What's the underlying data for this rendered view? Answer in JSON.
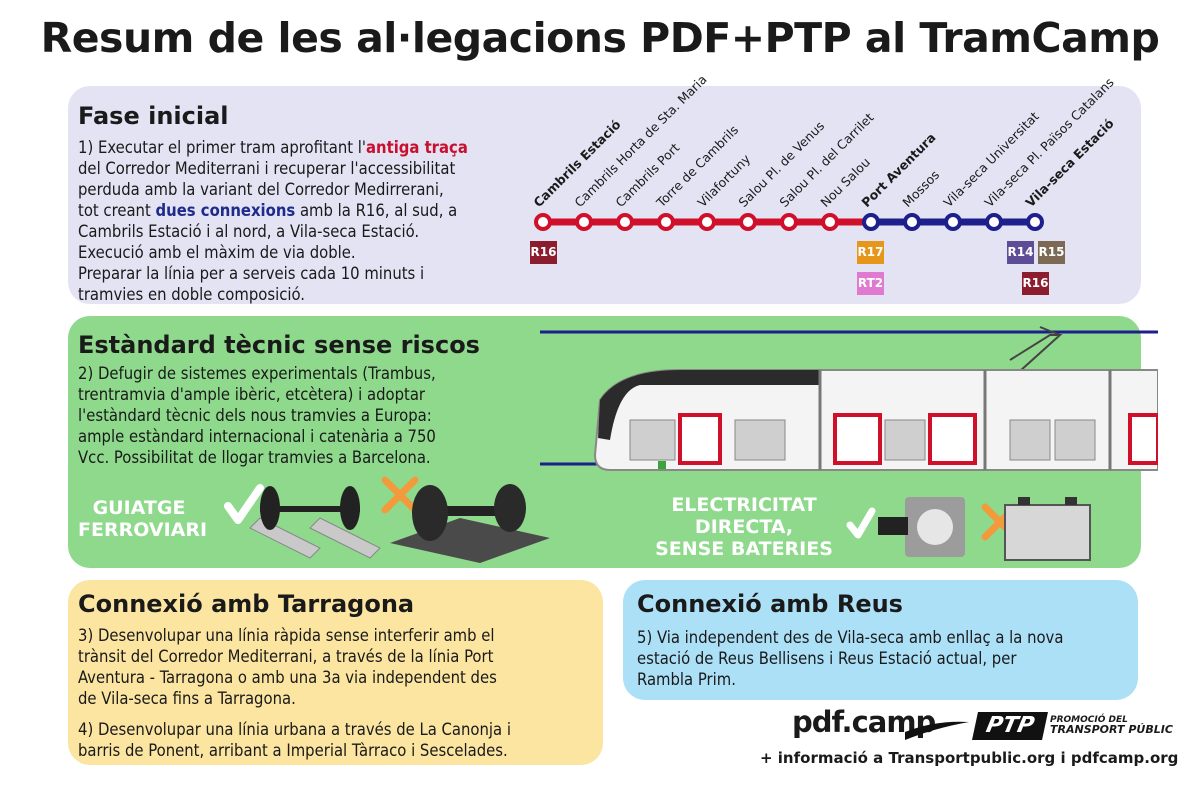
{
  "title": "Resum de les al·legacions PDF+PTP al TramCamp",
  "fase": {
    "heading": "Fase inicial",
    "t1a": "1) Executar el primer tram aprofitant l'",
    "t1b": "antiga traça",
    "t2": "del Corredor Mediterrani i recuperar l'accessibilitat",
    "t3": "perduda amb la variant del Corredor Medirrerani,",
    "t4a": "tot creant ",
    "t4b": "dues connexions",
    "t4c": " amb la R16, al sud, a",
    "t5": "Cambrils Estació i al nord, a Vila-seca Estació.",
    "t6": "Execució amb el màxim de via doble.",
    "t7": "Preparar la línia per a serveis cada 10 minuts i",
    "t8": "tramvies en doble composició.",
    "stations": [
      "Cambrils Estació",
      "Cambrils Horta de Sta. Maria",
      "Cambrils Port",
      "Torre de Cambrils",
      "Vilafortuny",
      "Salou Pl. de Venus",
      "Salou Pl. del Carrilet",
      "Nou Salou",
      "Port Aventura",
      "Mossos",
      "Vila-seca Universitat",
      "Vila-seca Pl. Països Catalans",
      "Vila-seca Estació"
    ],
    "badges": {
      "r16_left": "R16",
      "r17": "R17",
      "rt2": "RT2",
      "r14": "R14",
      "r15": "R15",
      "r16_right": "R16"
    }
  },
  "standard": {
    "heading": "Estàndard tècnic sense riscos",
    "l1": "2) Defugir de sistemes experimentals (Trambus,",
    "l2": "trentramvia d'ample ibèric, etcètera) i adoptar",
    "l3": "l'estàndard tècnic dels nous tramvies a Europa:",
    "l4": "ample estàndard internacional i catenària a 750",
    "l5": "Vcc. Possibilitat de llogar tramvies a Barcelona.",
    "guiatge1": "GUIATGE",
    "guiatge2": "FERROVIARI",
    "elec1": "ELECTRICITAT",
    "elec2": "DIRECTA,",
    "elec3": "SENSE BATERIES"
  },
  "tarragona": {
    "heading": "Connexió amb Tarragona",
    "a1": "3) Desenvolupar una línia ràpida sense interferir amb el",
    "a2": "trànsit del Corredor Mediterrani, a través de la línia Port",
    "a3": "Aventura - Tarragona o amb una 3a via independent des",
    "a4": "de Vila-seca fins a Tarragona.",
    "b1": "4) Desenvolupar una línia urbana a través de La Canonja i",
    "b2": "barris de Ponent, arribant a Imperial Tàrraco i Sescelades."
  },
  "reus": {
    "heading": "Connexió amb Reus",
    "l1": "5) Via independent des de Vila-seca amb enllaç a la nova",
    "l2": "estació de Reus Bellisens i Reus Estació actual, per",
    "l3": "Rambla Prim."
  },
  "logos": {
    "pdf": "pdf.camp",
    "ptp": "PTP",
    "ptp_sub1": "PROMOCIÓ DEL",
    "ptp_sub2": "TRANSPORT PÚBLIC"
  },
  "footer": "+ informació a Transportpublic.org i pdfcamp.org",
  "colors": {
    "line_red": "#d0102a",
    "line_blue": "#1c1f8c",
    "r16": "#8c1d2e",
    "r17": "#e6961a",
    "rt2": "#e07ad1",
    "r14": "#5e4d96",
    "r15": "#7c6a55"
  }
}
